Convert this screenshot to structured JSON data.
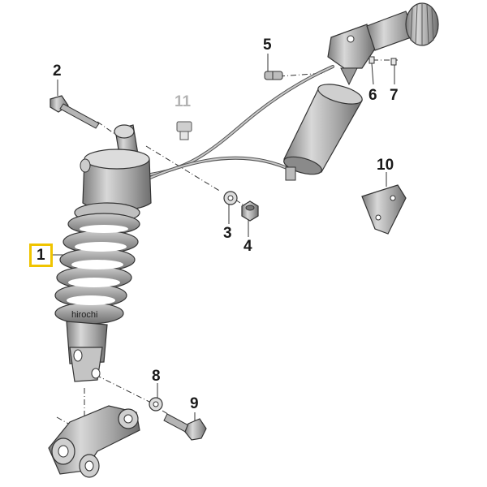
{
  "callouts": {
    "c1": "1",
    "c2": "2",
    "c3": "3",
    "c4": "4",
    "c5": "5",
    "c6": "6",
    "c7": "7",
    "c8": "8",
    "c9": "9",
    "c10": "10",
    "c11": "11"
  },
  "watermark": "hirochi",
  "colors": {
    "highlight": "#f0c400",
    "part_grey": "#a9a9a9",
    "outline": "#333333",
    "faded_label": "#b3b3b3"
  }
}
